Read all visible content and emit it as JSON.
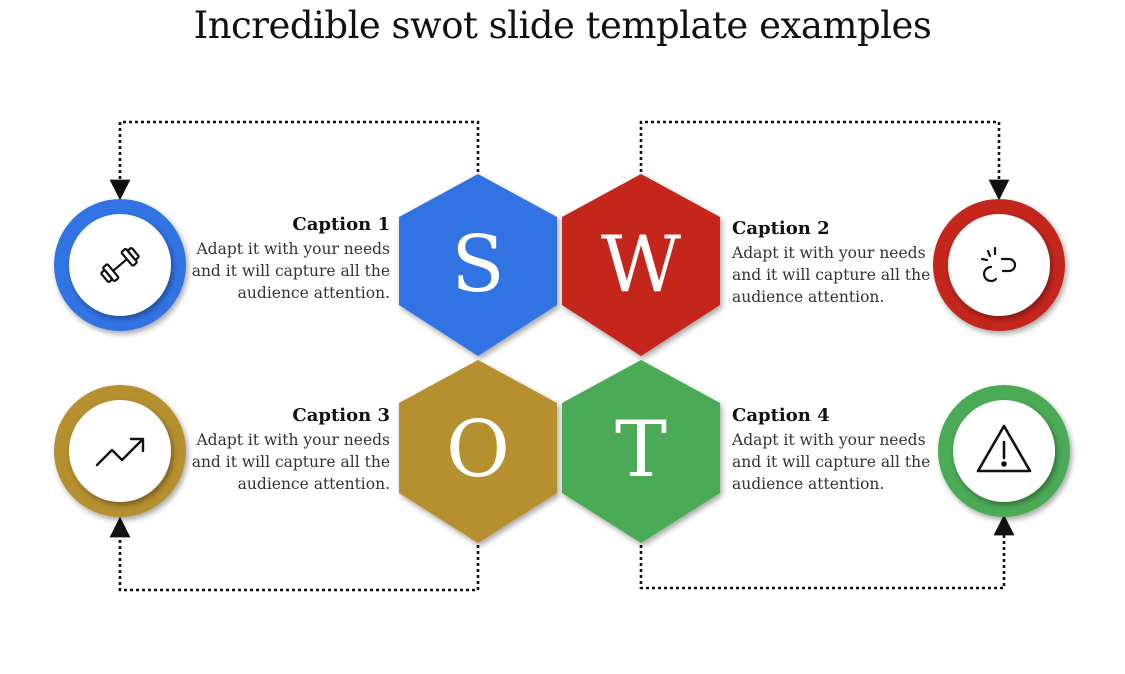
{
  "title": "Incredible swot slide template examples",
  "segments": [
    {
      "letter": "S",
      "caption": "Caption 1",
      "text": "Adapt it with your needs and it will capture all the audience attention.",
      "color": "#3273e3",
      "icon": "dumbbell-icon"
    },
    {
      "letter": "W",
      "caption": "Caption 2",
      "text": "Adapt it with your needs and it will capture all the audience attention.",
      "color": "#c4271b",
      "icon": "broken-link-icon"
    },
    {
      "letter": "O",
      "caption": "Caption 3",
      "text": "Adapt it with your needs and it will capture all the audience attention.",
      "color": "#b68f2f",
      "icon": "trending-up-icon"
    },
    {
      "letter": "T",
      "caption": "Caption 4",
      "text": "Adapt it with your needs and it will capture all the audience attention.",
      "color": "#4caa56",
      "icon": "warning-icon"
    }
  ]
}
